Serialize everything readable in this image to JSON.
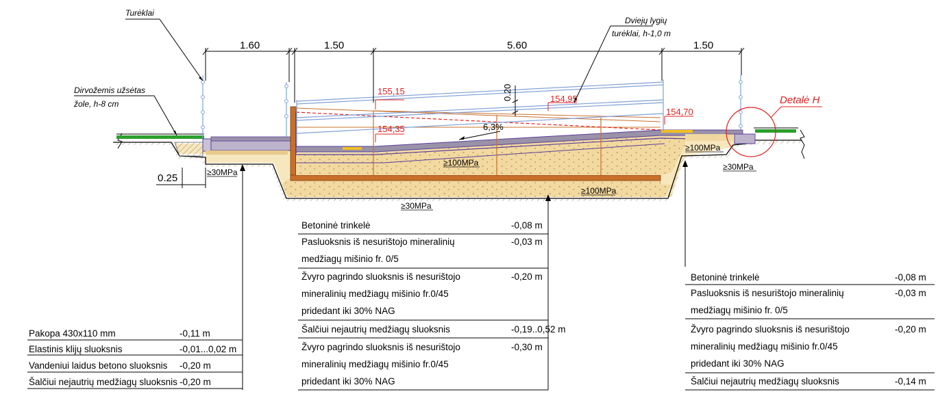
{
  "callouts": {
    "tureklai": "Turėklai",
    "dviteju_1": "Dviejų lygių",
    "dviteju_2": "turėklai, h-1,0 m",
    "dirvozemis_1": "Dirvožemis užsėtas",
    "dirvozemis_2": "žole, h-8 cm",
    "detale": "Detalė H"
  },
  "dimensions": {
    "d1": "1.60",
    "d2": "1.50",
    "d3": "5.60",
    "d4": "1.50",
    "d_020": "0.20",
    "d_025": "0.25"
  },
  "elevations": {
    "e1": "155,15",
    "e2": "154,95",
    "e3": "154,70",
    "e4": "154,35"
  },
  "slope": "6,3%",
  "strengths": {
    "s30_left": "≥30MPa",
    "s100_mid": "≥100MPa",
    "s100_bottom": "≥100MPa",
    "s30_bottom": "≥30MPa",
    "s100_right": "≥100MPa",
    "s30_right": "≥30MPa"
  },
  "tables": {
    "left": {
      "rows": [
        {
          "name": "Pakopa 430x110 mm",
          "value": "-0,11 m"
        },
        {
          "name": "Elastinis klijų sluoksnis",
          "value": "-0,01...0,02 m"
        },
        {
          "name": "Vandeniui laidus betono sluoksnis",
          "value": "-0,20 m"
        },
        {
          "name": "Šalčiui nejautrių medžiagų sluoksnis",
          "value": "-0,20 m"
        }
      ]
    },
    "middle": {
      "rows": [
        {
          "lines": [
            "Betoninė trinkelė"
          ],
          "value": "-0,08 m"
        },
        {
          "lines": [
            "Pasluoksnis iš nesurištojo mineralinių",
            "medžiagų mišinio fr. 0/5"
          ],
          "value": "-0,03 m"
        },
        {
          "lines": [
            "Žvyro pagrindo sluoksnis iš nesurištojo",
            "mineralinių medžiagų mišinio fr.0/45",
            "pridedant iki 30% NAG"
          ],
          "value": "-0,20 m"
        },
        {
          "lines": [
            "Šalčiui nejautrių medžiagų sluoksnis"
          ],
          "value": "-0,19..0,52 m"
        },
        {
          "lines": [
            "Žvyro pagrindo sluoksnis iš nesurištojo",
            "mineralinių medžiagų mišinio fr.0/45",
            "pridedant iki 30% NAG"
          ],
          "value": "-0,30 m"
        }
      ]
    },
    "right": {
      "rows": [
        {
          "lines": [
            "Betoninė trinkelė"
          ],
          "value": "-0,08 m"
        },
        {
          "lines": [
            "Pasluoksnis iš nesurištojo mineralinių",
            "medžiagų mišinio fr. 0/5"
          ],
          "value": "-0,03 m"
        },
        {
          "lines": [
            "Žvyro pagrindo sluoksnis iš nesurištojo",
            "mineralinių medžiagų mišinio fr.0/45",
            "pridedant iki 30% NAG"
          ],
          "value": "-0,20 m"
        },
        {
          "lines": [
            "Šalčiui nejautrių medžiagų sluoksnis"
          ],
          "value": "-0,14 m"
        }
      ]
    }
  },
  "colors": {
    "sand": "#f5e2b0",
    "dark_sand": "#e8c98a",
    "paver": "#9a92a8",
    "grass": "#2ca02c",
    "rail": "#7fa0d8",
    "red": "#e02020",
    "purple": "#5a3f9a",
    "brown": "#c8702a"
  }
}
